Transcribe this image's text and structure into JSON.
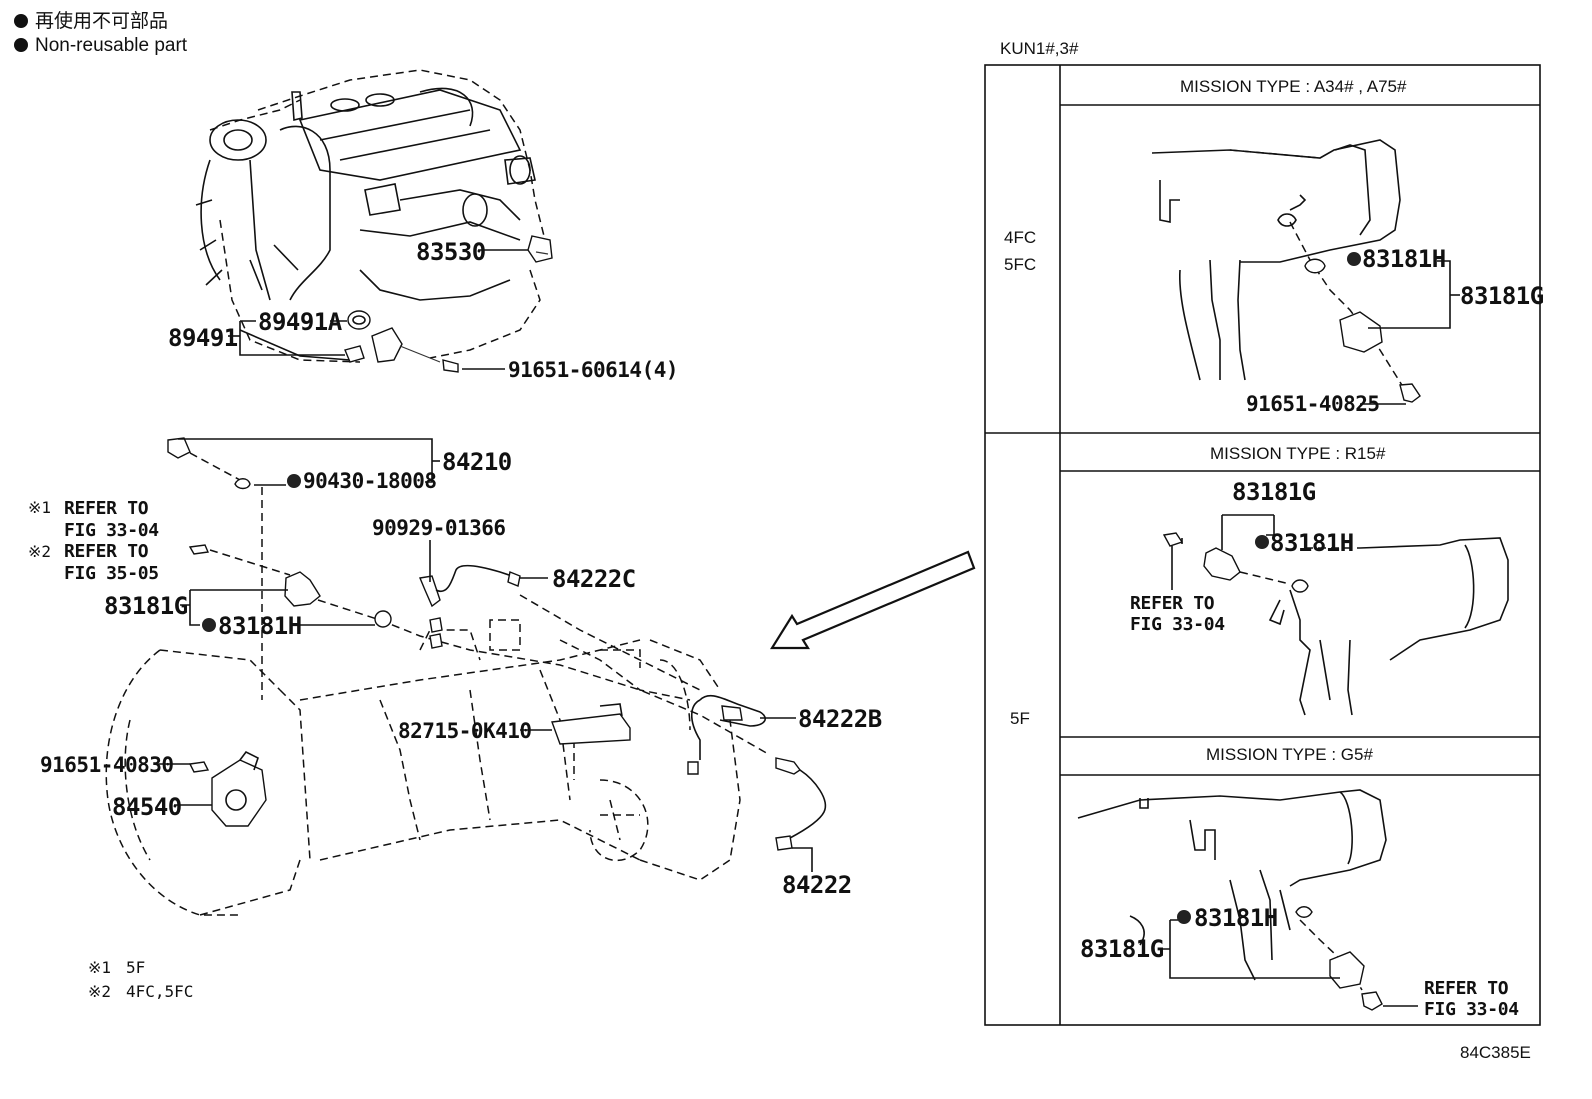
{
  "legend": {
    "line1": "再使用不可部品",
    "line2": "Non-reusable part"
  },
  "panel": {
    "model": "KUN1#,3#",
    "row1_side": [
      "4FC",
      "5FC"
    ],
    "row2_side": "5F",
    "header_a": "MISSION TYPE  : A34# , A75#",
    "header_b": "MISSION TYPE : R15#",
    "header_c": "MISSION TYPE : G5#"
  },
  "parts": {
    "p83530": "83530",
    "p89491": "89491",
    "p89491A": "89491A",
    "p91651_60614": "91651-60614(4)",
    "p84210": "84210",
    "p90430": "90430-18008",
    "p90929": "90929-01366",
    "p84222C": "84222C",
    "p83181G": "83181G",
    "p83181H": "83181H",
    "p82715": "82715-0K410",
    "p84222B": "84222B",
    "p91651_40830": "91651-40830",
    "p84540": "84540",
    "p84222": "84222",
    "a_83181H": "83181H",
    "a_83181G": "83181G",
    "a_91651_40825": "91651-40825",
    "b_83181G": "83181G",
    "b_83181H": "83181H",
    "c_83181H": "83181H",
    "c_83181G": "83181G"
  },
  "refs": {
    "r1_mark": "※1",
    "r1_line1": "REFER TO",
    "r1_line2": "FIG 33-04",
    "r2_mark": "※2",
    "r2_line1": "REFER TO",
    "r2_line2": "FIG 35-05",
    "b_line1": "REFER TO",
    "b_line2": "FIG 33-04",
    "c_line1": "REFER TO",
    "c_line2": "FIG 33-04"
  },
  "footnotes": {
    "n1_mark": "※1",
    "n1_text": "5F",
    "n2_mark": "※2",
    "n2_text": "4FC,5FC"
  },
  "figure_code": "84C385E"
}
